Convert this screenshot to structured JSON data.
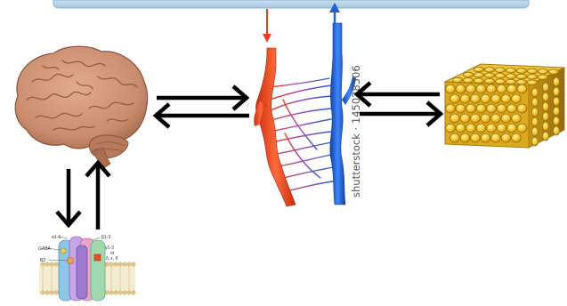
{
  "colors": {
    "banner": "#b4cfe4",
    "brain": "#c98c6e",
    "artery": "#e8401e",
    "vein": "#1f5fd8",
    "adipose": "#e8b81e",
    "arrow": "#000000"
  },
  "icons": {
    "brain": "brain-icon",
    "blood_vessels": "capillary-bed-icon",
    "adipose_tissue": "adipose-tissue-block-icon",
    "receptor": "gaba-a-receptor-icon"
  },
  "watermark": {
    "text": "shutterstock · 145028506"
  },
  "receptor": {
    "labels": {
      "alpha": "α1-6",
      "beta": "β1-3",
      "gamma": "γ1-3",
      "gamma_or": "or",
      "delta": "δ, ε, θ",
      "gaba": "GABA",
      "bz": "BZ"
    }
  }
}
